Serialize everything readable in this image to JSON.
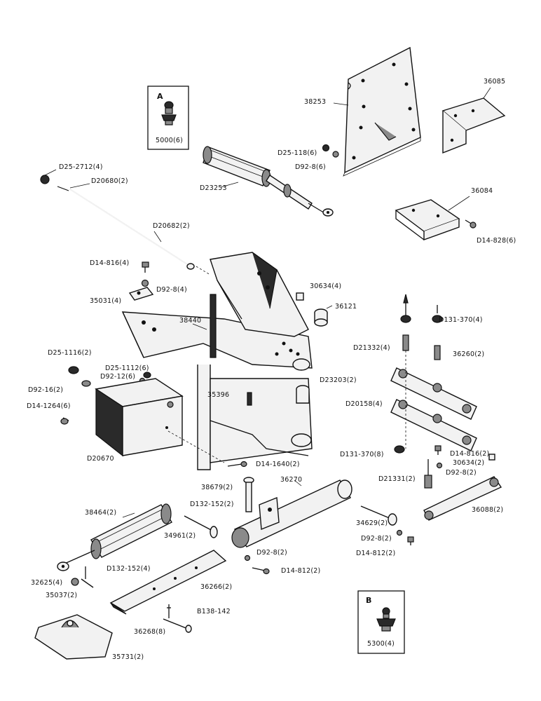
{
  "insets": {
    "a": {
      "letter": "A",
      "part": "5000(6)"
    },
    "b": {
      "letter": "B",
      "part": "5300(4)"
    }
  },
  "labels": {
    "p38253": "38253",
    "p36085": "36085",
    "p36084": "36084",
    "p14_828": "D14-828(6)",
    "p25_118": "D25-118(6)",
    "p92_8_6": "D92-8(6)",
    "p23253": "D23253",
    "p25_2712": "D25-2712(4)",
    "p20680": "D20680(2)",
    "p20682": "D20682(2)",
    "p14_816_4": "D14-816(4)",
    "p92_8_4": "D92-8(4)",
    "p35031": "35031(4)",
    "p30634_4": "30634(4)",
    "p36121": "36121",
    "p38440": "38440",
    "p131_370_4": "D131-370(4)",
    "p21332": "D21332(4)",
    "p36260": "36260(2)",
    "p25_1116": "D25-1116(2)",
    "p25_1112": "D25-1112(6)",
    "p92_12": "D92-12(6)",
    "p92_16": "D92-16(2)",
    "p14_1264": "D14-1264(6)",
    "p35396": "35396",
    "p23203": "D23203(2)",
    "p20158": "D20158(4)",
    "p20670": "D20670",
    "p131_370_8": "D131-370(8)",
    "p14_816_2": "D14-816(2)",
    "p30634_2": "30634(2)",
    "p92_8_2a": "D92-8(2)",
    "p21331": "D21331(2)",
    "p14_1640": "D14-1640(2)",
    "p38679": "38679(2)",
    "p36270": "36270",
    "p132_152_2": "D132-152(2)",
    "p36088": "36088(2)",
    "p38464": "38464(2)",
    "p34961": "34961(2)",
    "p34629": "34629(2)",
    "p92_8_2b": "D92-8(2)",
    "p14_812_a": "D14-812(2)",
    "p132_152_4": "D132-152(4)",
    "p92_8_2c": "D92-8(2)",
    "p14_812_b": "D14-812(2)",
    "p32625": "32625(4)",
    "p35037": "35037(2)",
    "p36266": "36266(2)",
    "p138_142": "B138-142",
    "p36268": "36268(8)",
    "p35731": "35731(2)"
  }
}
